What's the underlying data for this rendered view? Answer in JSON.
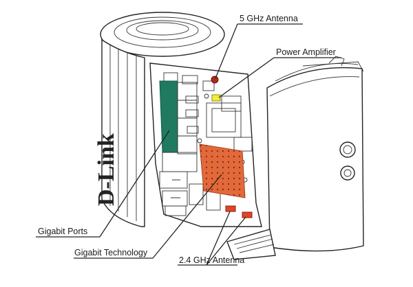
{
  "brand": {
    "logo_text": "D-Link"
  },
  "callouts": {
    "antenna_5ghz": "5 GHz Antenna",
    "power_amplifier": "Power Amplifier",
    "gigabit_ports": "Gigabit Ports",
    "gigabit_technology": "Gigabit Technology",
    "antenna_24ghz": "2.4 GHz Antenna"
  },
  "colors": {
    "ports": "#1f7a5f",
    "technology_board": "#e2693a",
    "antenna_24ghz": "#e0442a",
    "antenna_5ghz": "#b0281f",
    "power_amplifier": "#f0ee3a"
  }
}
